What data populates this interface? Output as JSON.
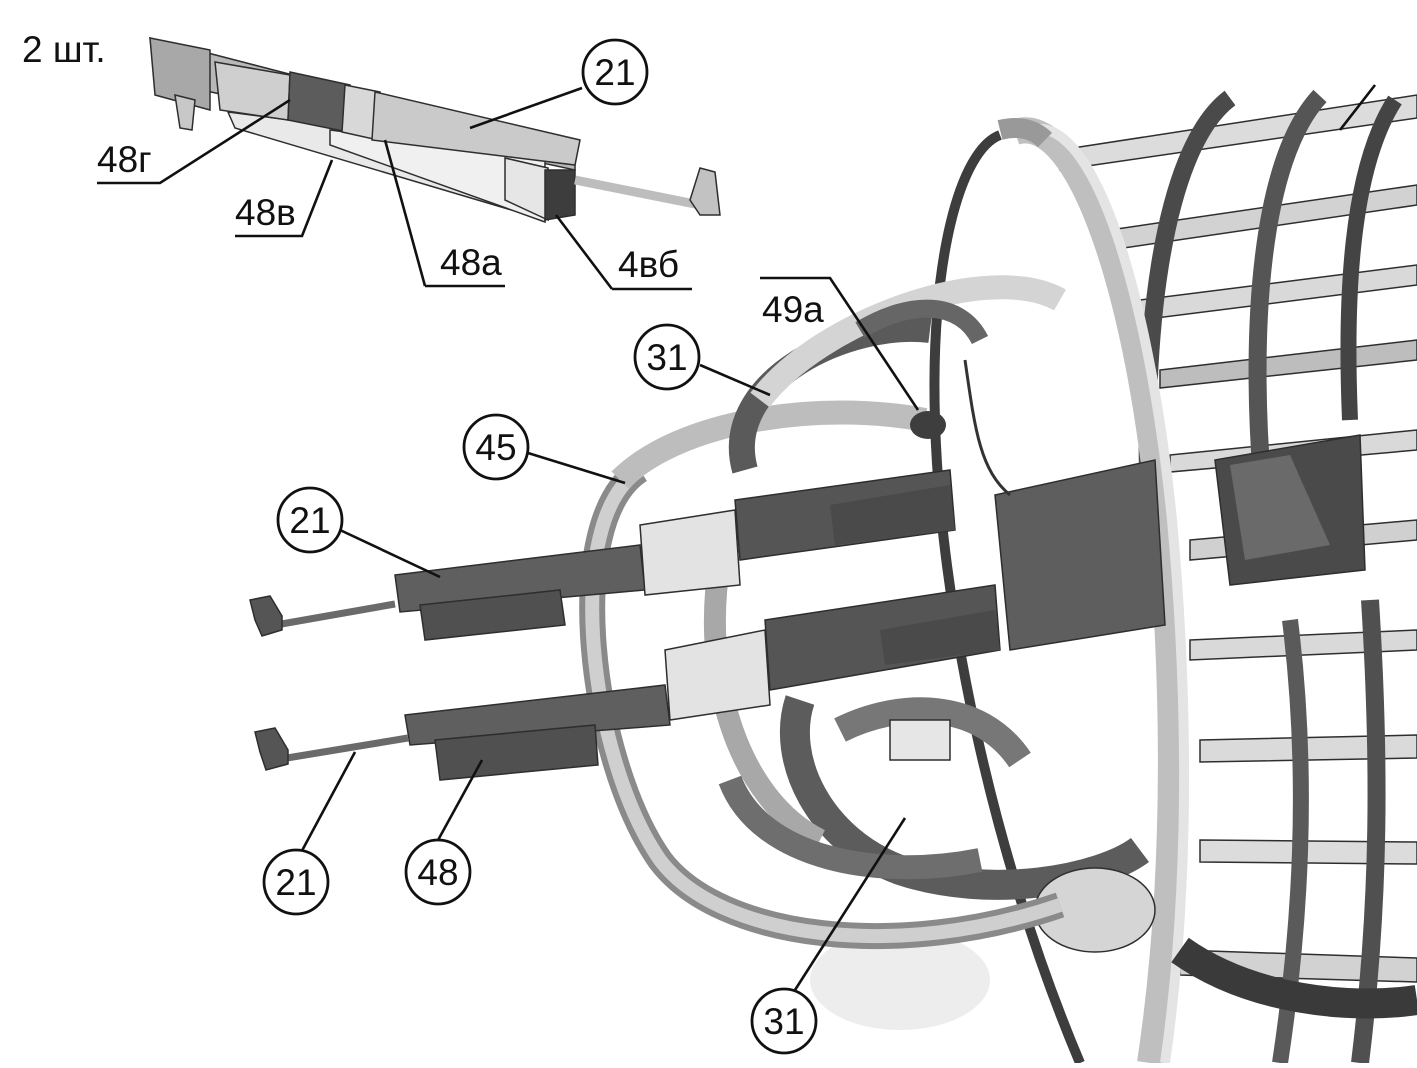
{
  "quantity_note": "2 шт.",
  "callouts": [
    {
      "id": "c21-top",
      "text": "21"
    },
    {
      "id": "c31-top",
      "text": "31"
    },
    {
      "id": "c45",
      "text": "45"
    },
    {
      "id": "c21-left-upper",
      "text": "21"
    },
    {
      "id": "c21-bottom",
      "text": "21"
    },
    {
      "id": "c48",
      "text": "48"
    },
    {
      "id": "c31-bottom",
      "text": "31"
    }
  ],
  "part_labels": [
    {
      "id": "l48g",
      "text": "48г"
    },
    {
      "id": "l48v",
      "text": "48в"
    },
    {
      "id": "l48a",
      "text": "48а"
    },
    {
      "id": "l4vb",
      "text": "4вб"
    },
    {
      "id": "l49a",
      "text": "49а"
    }
  ],
  "colors": {
    "background": "#ffffff",
    "light_gray": "#d6d6d6",
    "mid_gray": "#9a9a9a",
    "dark_gray": "#5a5a5a",
    "darkest_gray": "#3c3c3c"
  }
}
